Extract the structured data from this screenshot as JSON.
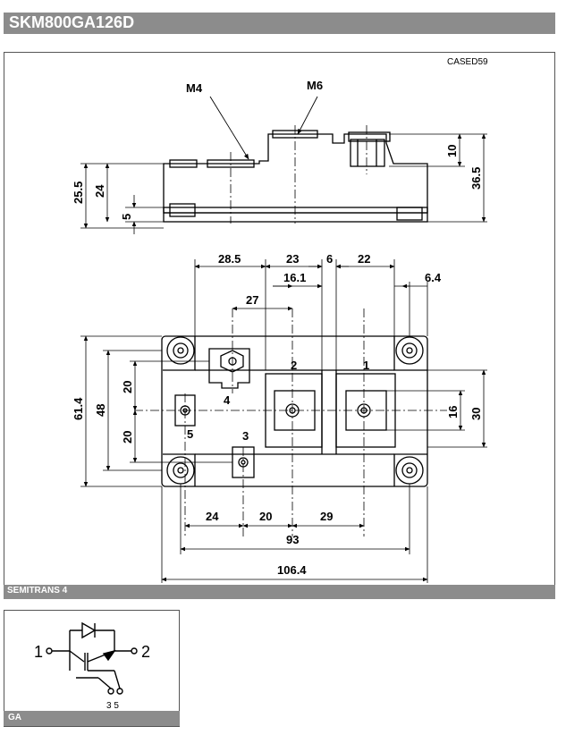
{
  "title": "SKM800GA126D",
  "case_code": "CASED59",
  "package": "SEMITRANS 4",
  "circuit_type": "GA",
  "side_view": {
    "thread_left": "M4",
    "thread_right": "M6",
    "dim_25_5": "25.5",
    "dim_24": "24",
    "dim_5": "5",
    "dim_10": "10",
    "dim_36_5": "36.5"
  },
  "top_view": {
    "dim_28_5": "28.5",
    "dim_23": "23",
    "dim_6": "6",
    "dim_22": "22",
    "dim_16_1": "16.1",
    "dim_6_4": "6.4",
    "dim_27": "27",
    "dim_61_4": "61.4",
    "dim_48": "48",
    "dim_20a": "20",
    "dim_20b": "20",
    "dim_16": "16",
    "dim_30": "30",
    "dim_24": "24",
    "dim_20c": "20",
    "dim_29": "29",
    "dim_93": "93",
    "dim_106_4": "106.4",
    "term_1": "1",
    "term_2": "2",
    "term_3": "3",
    "term_4": "4",
    "term_5": "5"
  },
  "circuit": {
    "pin_1": "1",
    "pin_2": "2",
    "pins_bottom": "3 5"
  }
}
